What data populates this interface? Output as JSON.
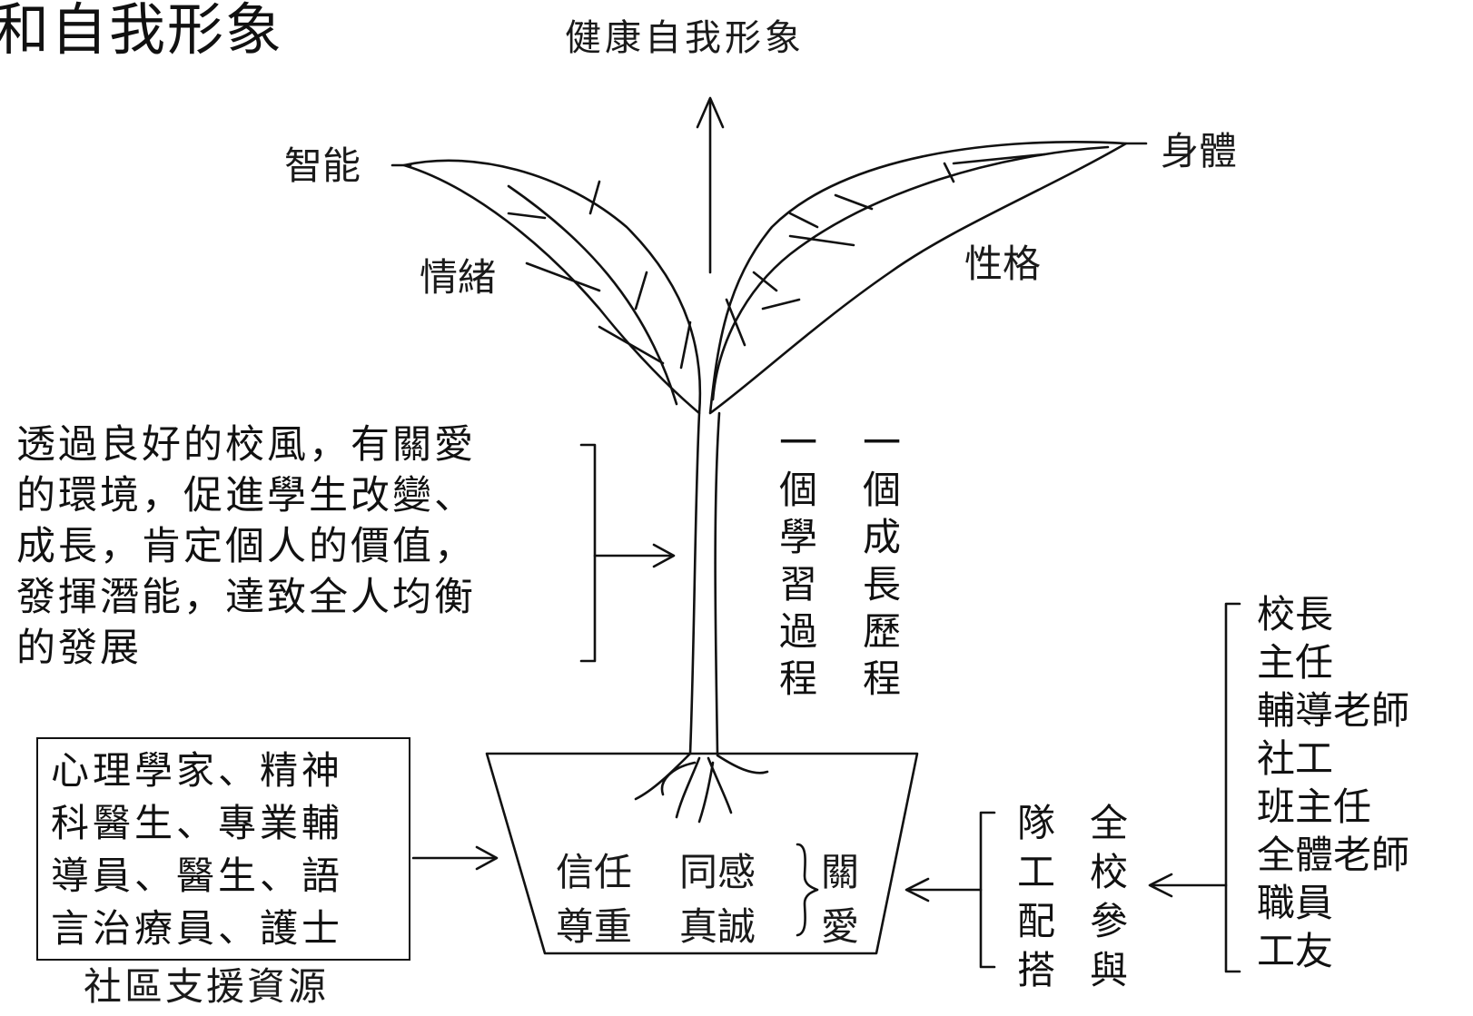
{
  "title": "和自我形象",
  "top_label": "健康自我形象",
  "leaves": {
    "left_outer": "智能",
    "left_inner": "情緒",
    "right_outer": "身體",
    "right_inner": "性格"
  },
  "school_paragraph": [
    "透過良好的校風，有關愛",
    "的環境，促進學生改變、",
    "成長，肯定個人的價值，",
    "發揮潛能，達致全人均衡",
    "的發展"
  ],
  "stem_columns": {
    "learning": [
      "一",
      "個",
      "學",
      "習",
      "過",
      "程"
    ],
    "growth": [
      "一",
      "個",
      "成",
      "長",
      "歷",
      "程"
    ]
  },
  "pot": {
    "values": [
      "信任",
      "同感",
      "尊重",
      "真誠"
    ],
    "care": [
      "關",
      "愛"
    ]
  },
  "community": {
    "lines": [
      "心理學家、精神",
      "科醫生、專業輔",
      "導員、醫生、語",
      "言治療員、護士"
    ],
    "caption": "社區支援資源"
  },
  "teamwork": {
    "col_team": [
      "隊",
      "工",
      "配",
      "搭"
    ],
    "col_school": [
      "全",
      "校",
      "參",
      "與"
    ]
  },
  "staff_list": [
    "校長",
    "主任",
    "輔導老師",
    "社工",
    "班主任",
    "全體老師",
    "職員",
    "工友"
  ]
}
